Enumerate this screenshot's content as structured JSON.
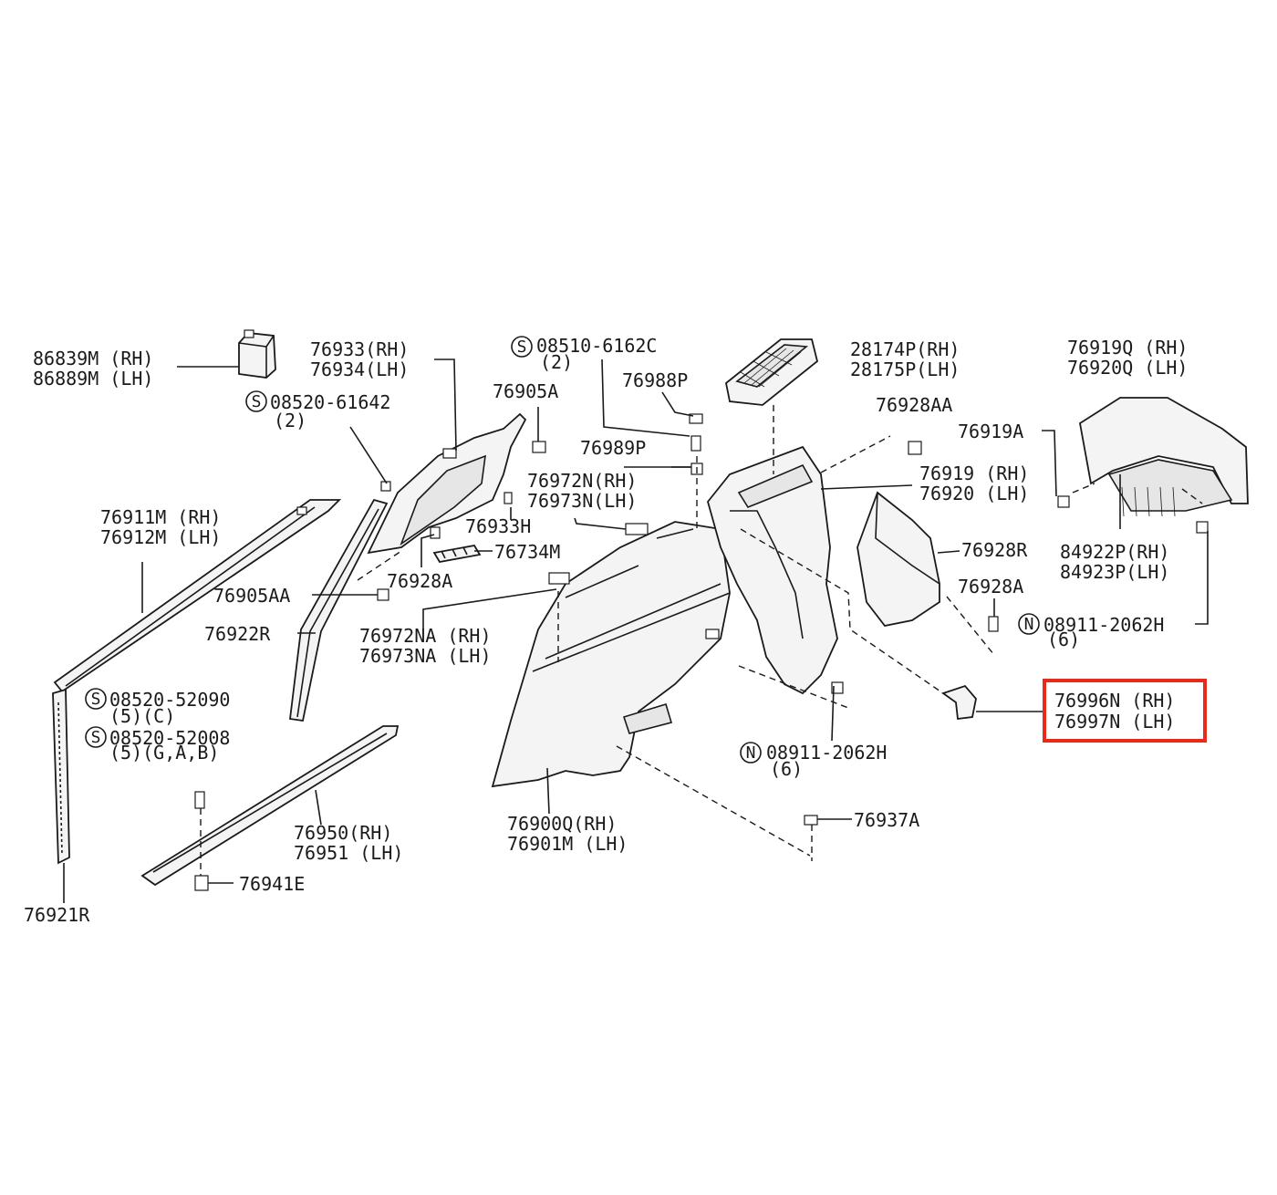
{
  "labels": {
    "p86839M": "86839M (RH)",
    "p86889M": "86889M (LH)",
    "s08520_61642": "08520-61642",
    "q2a": "(2)",
    "p76933": "76933(RH)",
    "p76934": "76934(LH)",
    "s08510": "08510-6162C",
    "q2b": "(2)",
    "p76905A": "76905A",
    "p76988P": "76988P",
    "p76989P": "76989P",
    "p28174P": "28174P(RH)",
    "p28175P": "28175P(LH)",
    "p76928AA": "76928AA",
    "p76919Q": "76919Q (RH)",
    "p76920Q": "76920Q (LH)",
    "p76919A": "76919A",
    "p76911M": "76911M (RH)",
    "p76912M": "76912M (LH)",
    "p76972N": "76972N(RH)",
    "p76973N": "76973N(LH)",
    "p76933H": "76933H",
    "p76734M": "76734M",
    "p76919": "76919 (RH)",
    "p76920": "76920 (LH)",
    "p76928R": "76928R",
    "p84922P": "84922P(RH)",
    "p84923P": "84923P(LH)",
    "p76905AA": "76905AA",
    "p76928A_1": "76928A",
    "p76928A_2": "76928A",
    "n08911_a": "08911-2062H",
    "q6a": "(6)",
    "p76922R": "76922R",
    "p76972NA": "76972NA (RH)",
    "p76973NA": "76973NA (LH)",
    "s08520_52090": "08520-52090",
    "q5c": "(5)(C)",
    "s08520_52008": "08520-52008",
    "q5gab": "(5)(G,A,B)",
    "p76996N": "76996N (RH)",
    "p76997N": "76997N (LH)",
    "n08911_b": "08911-2062H",
    "q6b": "(6)",
    "p76950": "76950(RH)",
    "p76951": "76951 (LH)",
    "p76937A": "76937A",
    "p76900Q": "76900Q(RH)",
    "p76901M": "76901M (LH)",
    "p76941E": "76941E",
    "p76921R": "76921R"
  },
  "symbols": {
    "s": "S",
    "n": "N"
  },
  "colors": {
    "highlight": "#e8291c",
    "ink": "#1a1a1a",
    "background": "#ffffff"
  },
  "highlighted_part": "76996N (RH) / 76997N (LH)"
}
